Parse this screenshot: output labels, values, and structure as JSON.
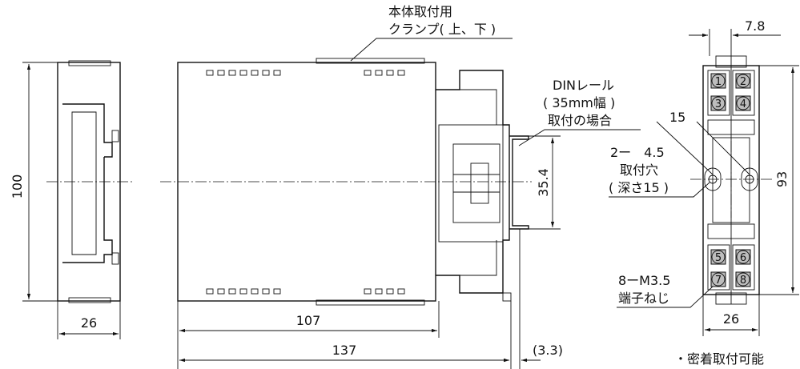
{
  "dims": {
    "side_height": "100",
    "side_width": "26",
    "front_width": "107",
    "total_width": "137",
    "din_offset": "(3.3)",
    "din_height": "35.4",
    "base_width": "26",
    "base_height": "93",
    "pitch": "7.8",
    "hole_pitch": "15"
  },
  "callouts": {
    "clamp_line1": "本体取付用",
    "clamp_line2": "クランプ( 上、下 )",
    "din_line1": "DINレール",
    "din_line2": "( 35mm幅 )",
    "din_line3": "取付の場合",
    "hole_line1": "2ー　4.5",
    "hole_line2": "取付穴",
    "hole_line3": "( 深さ15 )",
    "screw_line1": "8ーM3.5",
    "screw_line2": "端子ねじ"
  },
  "terminals": [
    "1",
    "2",
    "3",
    "4",
    "5",
    "6",
    "7",
    "8"
  ],
  "note": "・密着取付可能"
}
